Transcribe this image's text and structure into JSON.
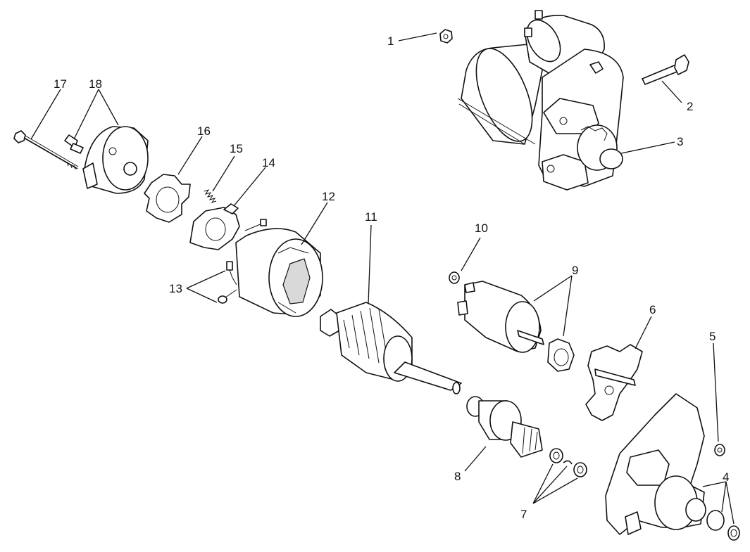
{
  "diagram": {
    "callouts": {
      "c1": "1",
      "c2": "2",
      "c3": "3",
      "c4": "4",
      "c5": "5",
      "c6": "6",
      "c7": "7",
      "c8": "8",
      "c9": "9",
      "c10": "10",
      "c11": "11",
      "c12": "12",
      "c13": "13",
      "c14": "14",
      "c15": "15",
      "c16": "16",
      "c17": "17",
      "c18": "18"
    }
  },
  "colors": {
    "line": "#111111",
    "background": "#ffffff",
    "shade": "#d9d9d9"
  }
}
